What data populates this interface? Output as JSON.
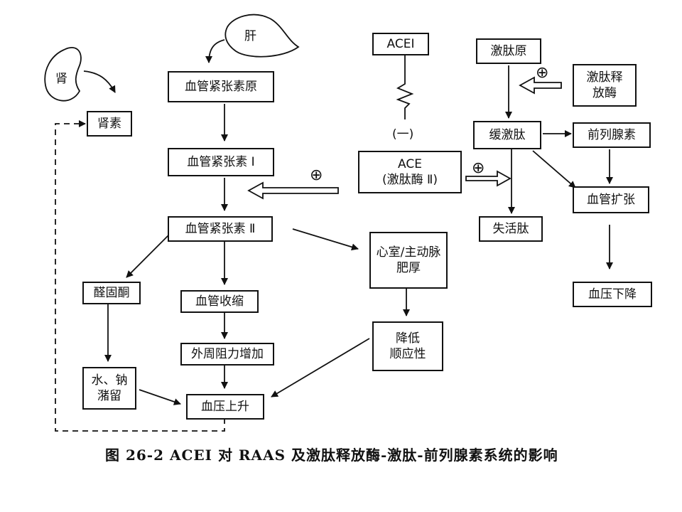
{
  "nodes": {
    "liver": "肝",
    "kidney": "肾",
    "renin": "肾素",
    "angiotensinogen": "血管紧张素原",
    "ang1": "血管紧张素 I",
    "ang2": "血管紧张素 Ⅱ",
    "aldosterone": "醛固酮",
    "vasoconstriction": "血管收缩",
    "peripheral_resistance": "外周阻力增加",
    "water_sodium": "水、钠\n潴留",
    "bp_rise": "血压上升",
    "hypertrophy": "心室/主动脉\n肥厚",
    "compliance": "降低\n顺应性",
    "acei": "ACEI",
    "inhibit": "(一)",
    "ace": "ACE\n(激肽酶 Ⅱ)",
    "kininogen": "激肽原",
    "kallikrein": "激肽释\n放酶",
    "bradykinin": "缓激肽",
    "prostaglandin": "前列腺素",
    "vasodilation": "血管扩张",
    "inactive_peptide": "失活肽",
    "bp_fall": "血压下降"
  },
  "symbols": {
    "plus_kallikrein": "⊕",
    "plus_ang": "⊕",
    "plus_bradykinin": "⊕"
  },
  "caption": "图 26-2  ACEI 对 RAAS 及激肽释放酶-激肽-前列腺素系统的影响"
}
